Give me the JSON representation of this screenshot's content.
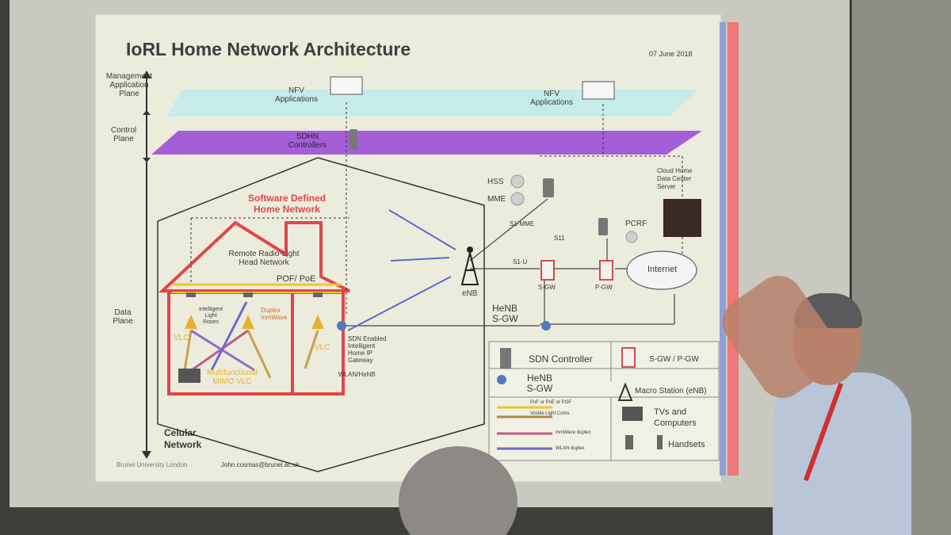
{
  "title": "IoRL Home Network Architecture",
  "date": "07 June 2018",
  "planes": {
    "management": "Management\nApplication\nPlane",
    "control": "Control\nPlane",
    "data": "Data\nPlane"
  },
  "labels": {
    "nfv_apps": "NFV\nApplications",
    "sdhn_controllers": "SDHN\nControllers",
    "software_defined": "Software Defined\nHome Network",
    "rrlh_network": "Remote Radio-Light\nHead Network",
    "pof_poe": "POF/ PoE",
    "intelligent_light_roses": "Intelligent\nLight\nRoses",
    "duplex_mmwave": "Duplex\nmmWave",
    "vlc_left": "VLC",
    "vlc_right": "VLC",
    "multifunctional": "Multifunctional\nMIMO VLC",
    "sdn_gateway": "SDN Enabled\nIntelligent\nHome IP\nGateway",
    "wlan_henb": "WLAN/HeNB",
    "hss": "HSS",
    "mme": "MME",
    "s1_mme": "S1-MME",
    "s11": "S11",
    "s1_u": "S1-U",
    "s_gw": "S-GW",
    "p_gw": "P-GW",
    "pcrf": "PCRF",
    "enb": "eNB",
    "henb_sgw": "HeNB\nS-GW",
    "internet": "Internet",
    "cloud": "Cloud Home\nData Center\nServer",
    "cellular": "Celular\nNetwork",
    "brunel": "Brunel University London",
    "email": "John.cosmas@brunel.ac.uk"
  },
  "legend": {
    "sdn_controller": "SDN Controller",
    "sgw_pgw": "S-GW / P-GW",
    "henb_sgw": "HeNB\nS-GW",
    "macro_station": "Macro Station (eNB)",
    "pof_line": "PoF or PoE or POF",
    "visible_light": "Visible Light Coms",
    "mmwave_duplex": "mmWave duplex",
    "wlan_duplex": "WLAN duplex",
    "tvs_computers": "TVs and\nComputers",
    "handsets": "Handsets"
  },
  "colors": {
    "control_plane": "#a45ed6",
    "management_plane": "#c2ecea",
    "house_red": "#e0464a",
    "wire_yellow": "#f2c531",
    "stripe_blue": "#8fa0d8",
    "stripe_red": "#ef7878"
  }
}
